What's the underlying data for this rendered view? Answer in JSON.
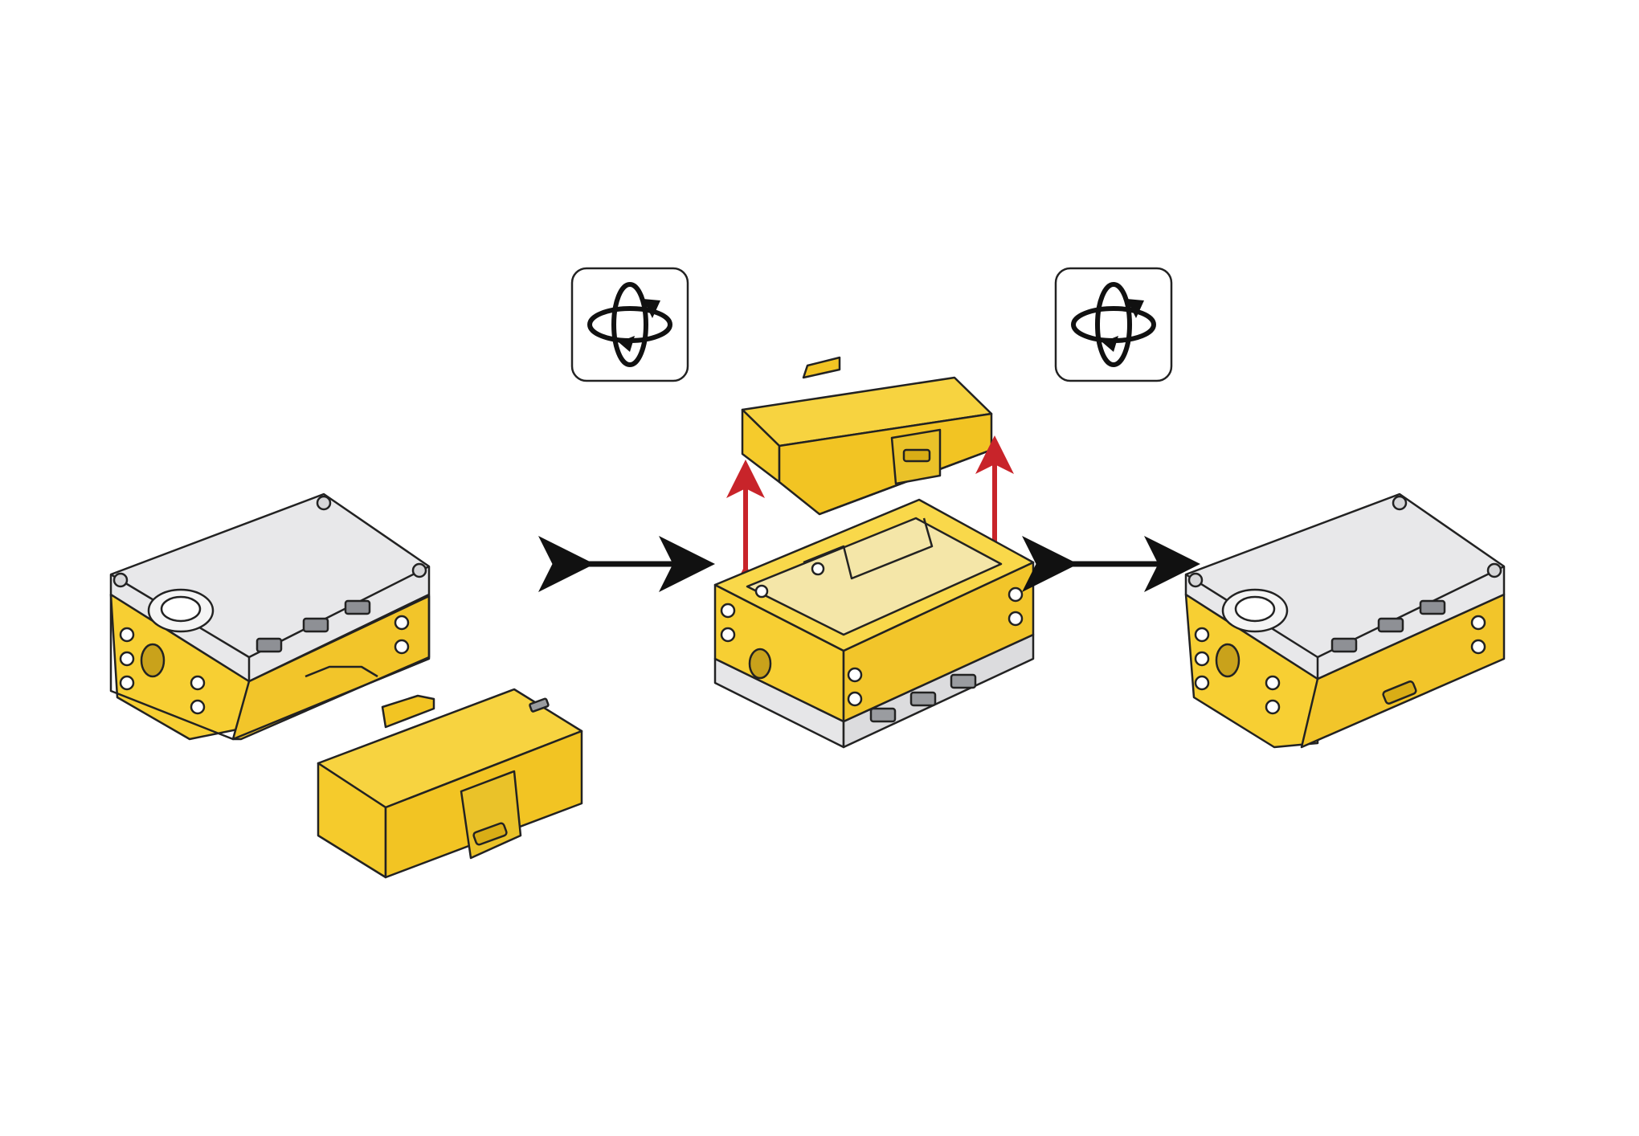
{
  "diagram": {
    "steps": [
      {
        "id": "assembled-hub-left",
        "state": "hub with battery removed"
      },
      {
        "id": "open-hub-center",
        "state": "battery being inserted"
      },
      {
        "id": "assembled-hub-right",
        "state": "hub with battery installed"
      }
    ],
    "icons": [
      "rotate-icon",
      "rotate-icon"
    ],
    "colors": {
      "hub_yellow": "#f9d23a",
      "hub_yellow_dark": "#e0b41f",
      "hub_grey": "#e6e6e8",
      "outline": "#222222",
      "insert_arrow": "#c8242a",
      "direction_arrow": "#111111",
      "port_grey": "#9a9ca0"
    }
  }
}
